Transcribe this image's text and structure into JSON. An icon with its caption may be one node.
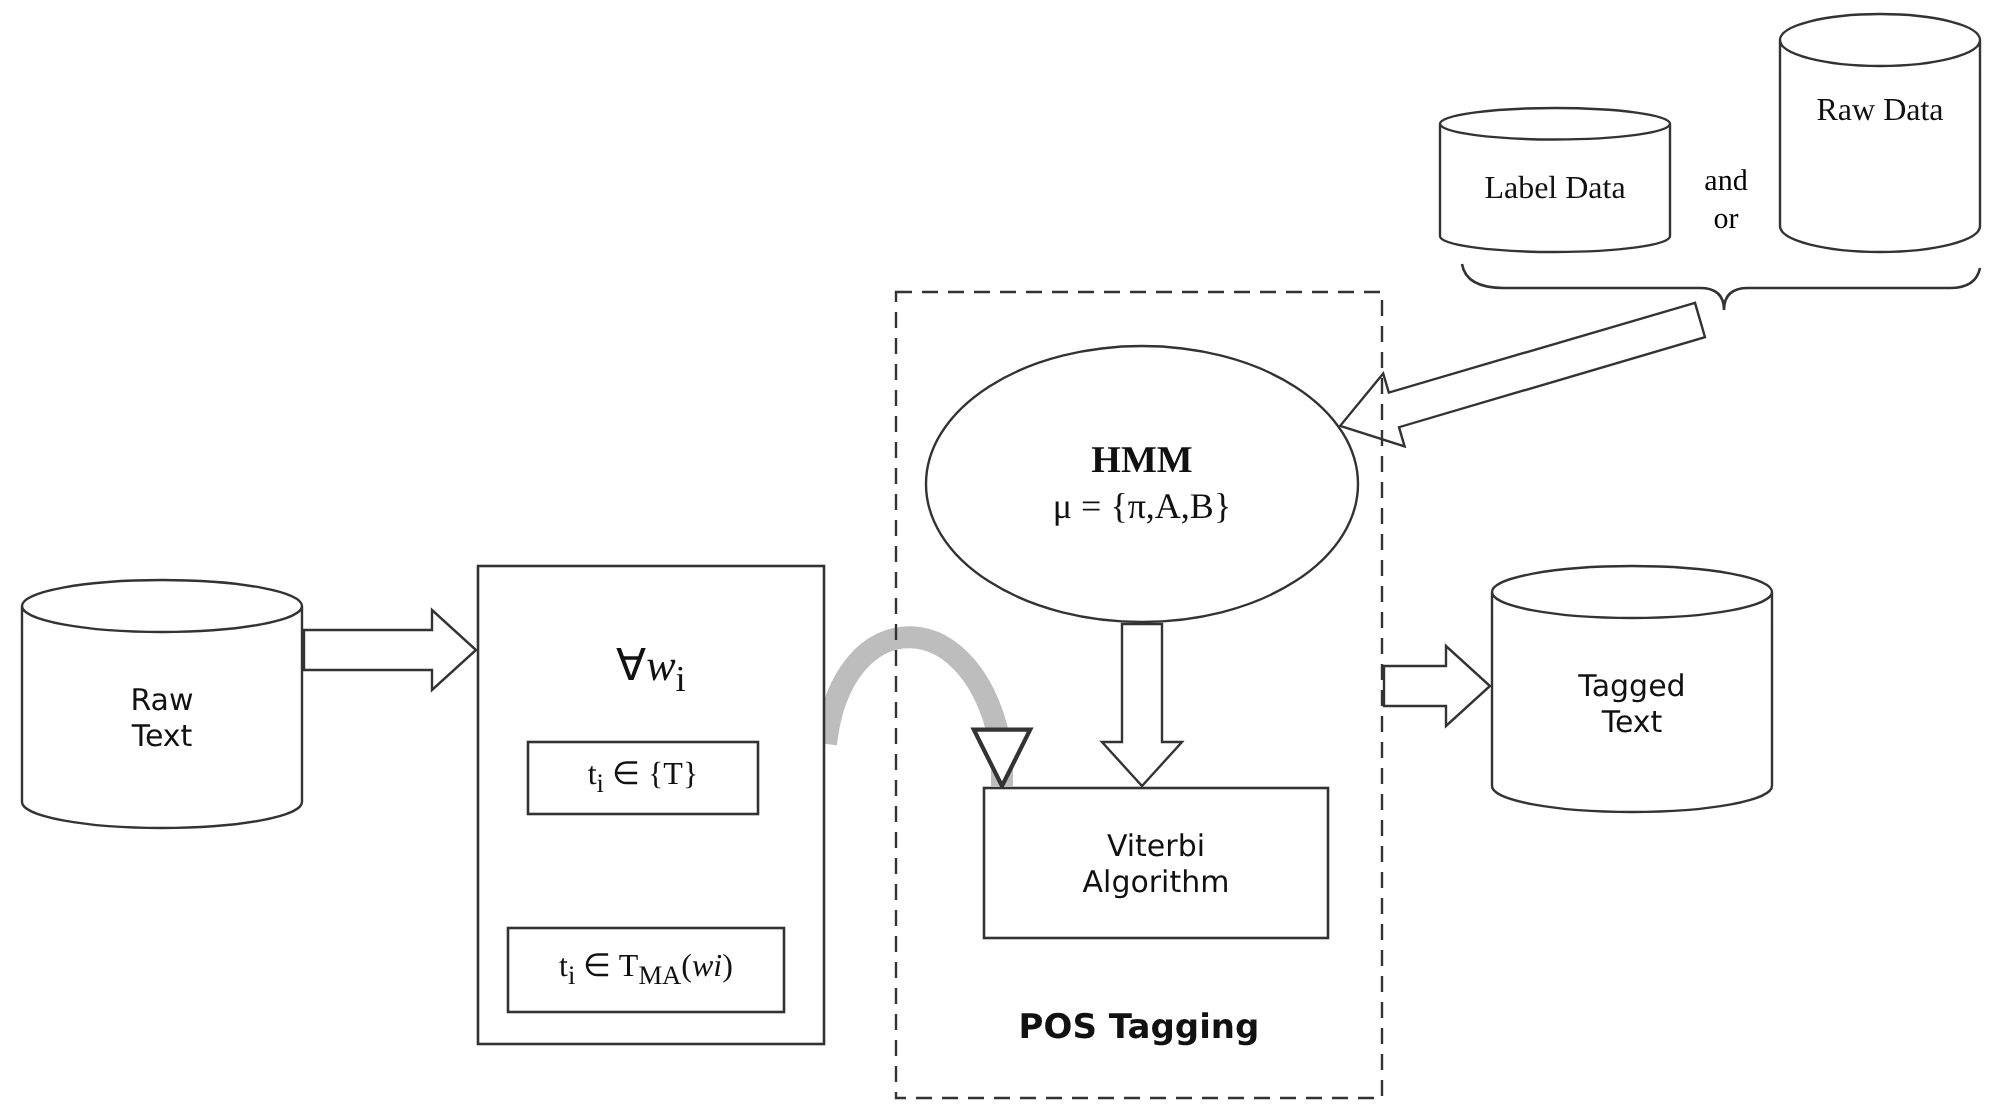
{
  "diagram": {
    "nodes": [
      {
        "text": [
          "Raw Text"
        ]
      },
      {
        "text": [
          "∀*w*$_{i}$"
        ]
      },
      {
        "text": [
          "t$_{i}$ ∈ {T}"
        ],
        "in": 1
      },
      {
        "text": [
          "t$_{i}$ ∈ T$_{MA}$(*wi*)"
        ],
        "in": 1
      },
      {
        "text": [
          "POS Tagging"
        ]
      },
      {
        "text": [
          "HMM",
          "μ = {π,A,B}"
        ],
        "in": 4
      },
      {
        "text": [
          "Viterbi Algorithm"
        ],
        "in": 4
      },
      {
        "text": [
          "Tagged Text"
        ]
      },
      {
        "text": [
          "Label Data"
        ]
      },
      {
        "text": [
          "Raw Data"
        ]
      }
    ],
    "edges": [
      {
        "from": 0,
        "to": 1,
        "arrow": "to"
      },
      {
        "from": 1,
        "to": 6,
        "arrow": "to"
      },
      {
        "from": 5,
        "to": 6,
        "arrow": "to"
      },
      {
        "from": 4,
        "to": 7,
        "arrow": "to"
      },
      {
        "from": null,
        "to": 5,
        "arrow": "to"
      }
    ],
    "labels": [
      "and or"
    ]
  }
}
